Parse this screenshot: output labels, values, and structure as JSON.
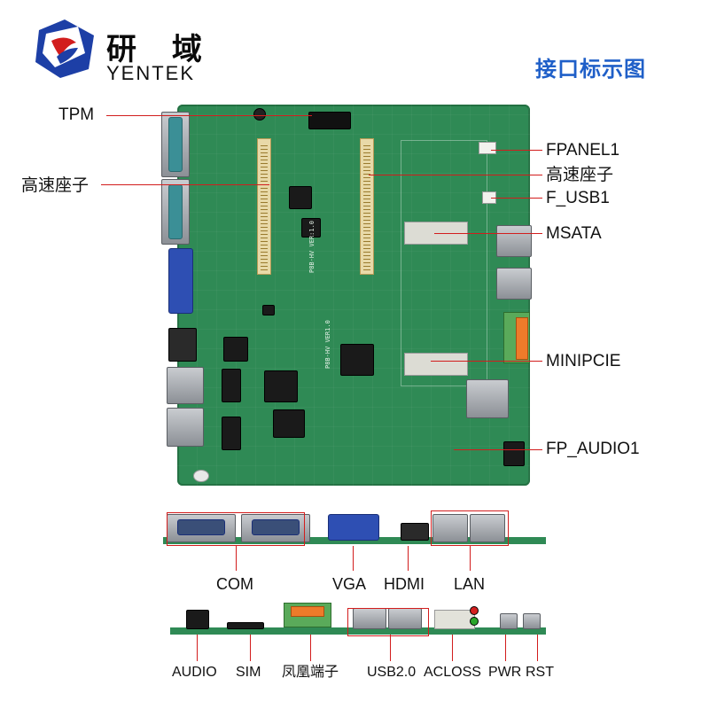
{
  "brand": {
    "name_cn": "研 域",
    "name_en": "YENTEK"
  },
  "page_title": "接口标示图",
  "board_callouts": {
    "left": [
      "TPM",
      "高速座子"
    ],
    "right": [
      "FPANEL1",
      "高速座子",
      "F_USB1",
      "MSATA",
      "MINIPCIE",
      "FP_AUDIO1"
    ]
  },
  "rear_io_labels": [
    "COM",
    "VGA",
    "HDMI",
    "LAN"
  ],
  "front_io_labels": [
    "AUDIO",
    "SIM",
    "凤凰端子",
    "USB2.0",
    "ACLOSS",
    "PWR",
    "RST"
  ],
  "board_silkscreen": [
    "P8B-HV VER:1.0",
    "P8B-HV VER1.0"
  ],
  "colors": {
    "accent_title": "#1f5fc8",
    "callout_line": "#d21d1d",
    "pcb_green": "#2f8a55"
  }
}
